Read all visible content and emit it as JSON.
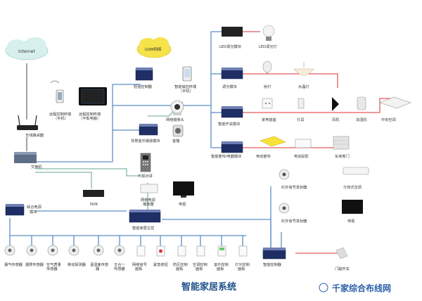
{
  "title": "智能家居系统",
  "watermark": "千家综合布线网",
  "cloud_internet": "Internet",
  "cloud_gsm": "GSM网络",
  "labels": {
    "router": "无线路由器",
    "switch": "交换机",
    "remote_phone": "远程控制终端\n（手机）",
    "remote_tablet": "远程控制终端\n（平板电脑）",
    "sms": "短信控制器",
    "smart_phone": "智能操控终端\n（手机）",
    "led_module": "LED调光模块",
    "led_light": "LED调光灯",
    "dimmer": "调光模块",
    "spotlight": "射灯",
    "crystal": "水晶灯",
    "switch_module": "智能开关模块",
    "socket": "家电插座",
    "lamp": "灯具",
    "fan": "风机",
    "humidifier": "加湿机",
    "central_ac": "中央空调",
    "curtain_module": "智能窗帘/电器模块",
    "curtain": "电动窗帘",
    "projector_screen": "电动投影",
    "garage_door": "车库卷门",
    "camera": "网络摄像头",
    "music_module": "背景音乐播放模块",
    "speaker": "音箱",
    "intercom": "可视对讲",
    "nvr": "NVR",
    "set_top": "网络电视\n播放器",
    "tv": "电视",
    "power_module": "综合电源\n模块",
    "host": "智能家居主控",
    "ir_1": "红外信号发射器",
    "ir_2": "红外信号发射器",
    "split_ac": "分体式空调",
    "tv2": "电视",
    "controller": "智能控制器",
    "door_mag": "门磁开关",
    "sensors": [
      "漏气传感器",
      "烟雾传感器",
      "空气质量\n传感器",
      "移动探测器",
      "温湿度传感\n器",
      "五合一\n传感器"
    ],
    "panels": [
      "网络信号\n面板",
      "紧急按钮",
      "防区控制\n面板",
      "空调控制\n面板",
      "音乐控制\n面板",
      "灯光控制\n面板"
    ]
  }
}
